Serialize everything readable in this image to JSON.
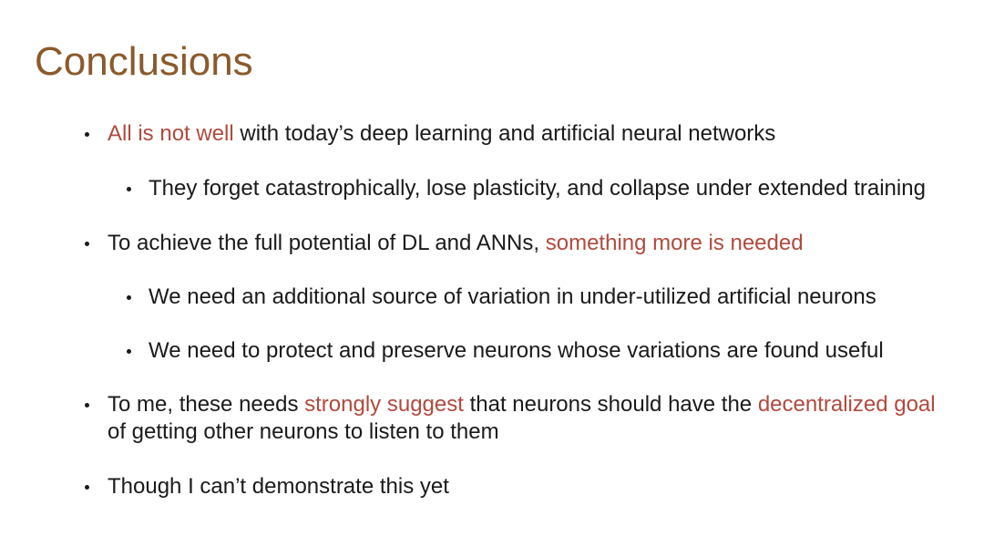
{
  "slide": {
    "title": "Conclusions",
    "accent_color": "#b04a3e",
    "title_color": "#8b5a2b",
    "bullets": {
      "b1": {
        "hl": "All is not well",
        "rest": " with today’s deep learning and artificial neural networks"
      },
      "b1_1": {
        "text": "They forget catastrophically, lose plasticity, and collapse under extended training"
      },
      "b2": {
        "pre": "To achieve the full potential of DL and ANNs, ",
        "hl": "something more is needed"
      },
      "b2_1": {
        "text": "We need an additional source of variation in under-utilized artificial neurons"
      },
      "b2_2": {
        "text": "We need to protect and preserve neurons whose variations are found useful"
      },
      "b3": {
        "pre": "To me, these needs ",
        "hl1": "strongly suggest",
        "mid": " that neurons should have the ",
        "hl2": "decentralized goal",
        "line2": "of getting other neurons to listen to them"
      },
      "b4": {
        "text": "Though I can’t demonstrate this yet"
      }
    }
  }
}
